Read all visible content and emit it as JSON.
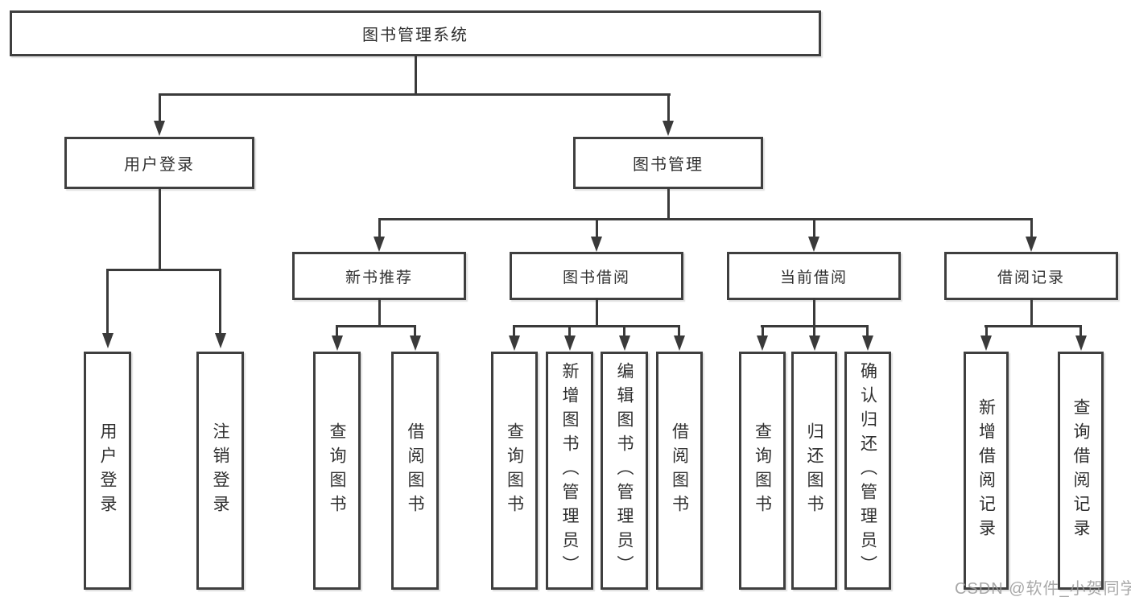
{
  "diagram": {
    "title": "图书管理系统",
    "level2": [
      {
        "label": "用户登录"
      },
      {
        "label": "图书管理"
      }
    ],
    "level3": [
      {
        "label": "新书推荐"
      },
      {
        "label": "图书借阅"
      },
      {
        "label": "当前借阅"
      },
      {
        "label": "借阅记录"
      }
    ],
    "leaves": {
      "user_login": [
        {
          "label": "用户登录"
        },
        {
          "label": "注销登录"
        }
      ],
      "new_book": [
        {
          "label": "查询图书"
        },
        {
          "label": "借阅图书"
        }
      ],
      "book_borrow": [
        {
          "label": "查询图书"
        },
        {
          "label": "新增图书（管理员）"
        },
        {
          "label": "编辑图书（管理员）"
        },
        {
          "label": "借阅图书"
        }
      ],
      "current_borrow": [
        {
          "label": "查询图书"
        },
        {
          "label": "归还图书"
        },
        {
          "label": "确认归还（管理员）"
        }
      ],
      "borrow_record": [
        {
          "label": "新增借阅记录"
        },
        {
          "label": "查询借阅记录"
        }
      ]
    }
  },
  "watermark": "CSDN @软件_小贺同学",
  "colors": {
    "line": "#3a3a3a",
    "border": "#3f3f3f",
    "text": "#303030",
    "background": "#ffffff",
    "watermark": "#9a9a9a"
  }
}
